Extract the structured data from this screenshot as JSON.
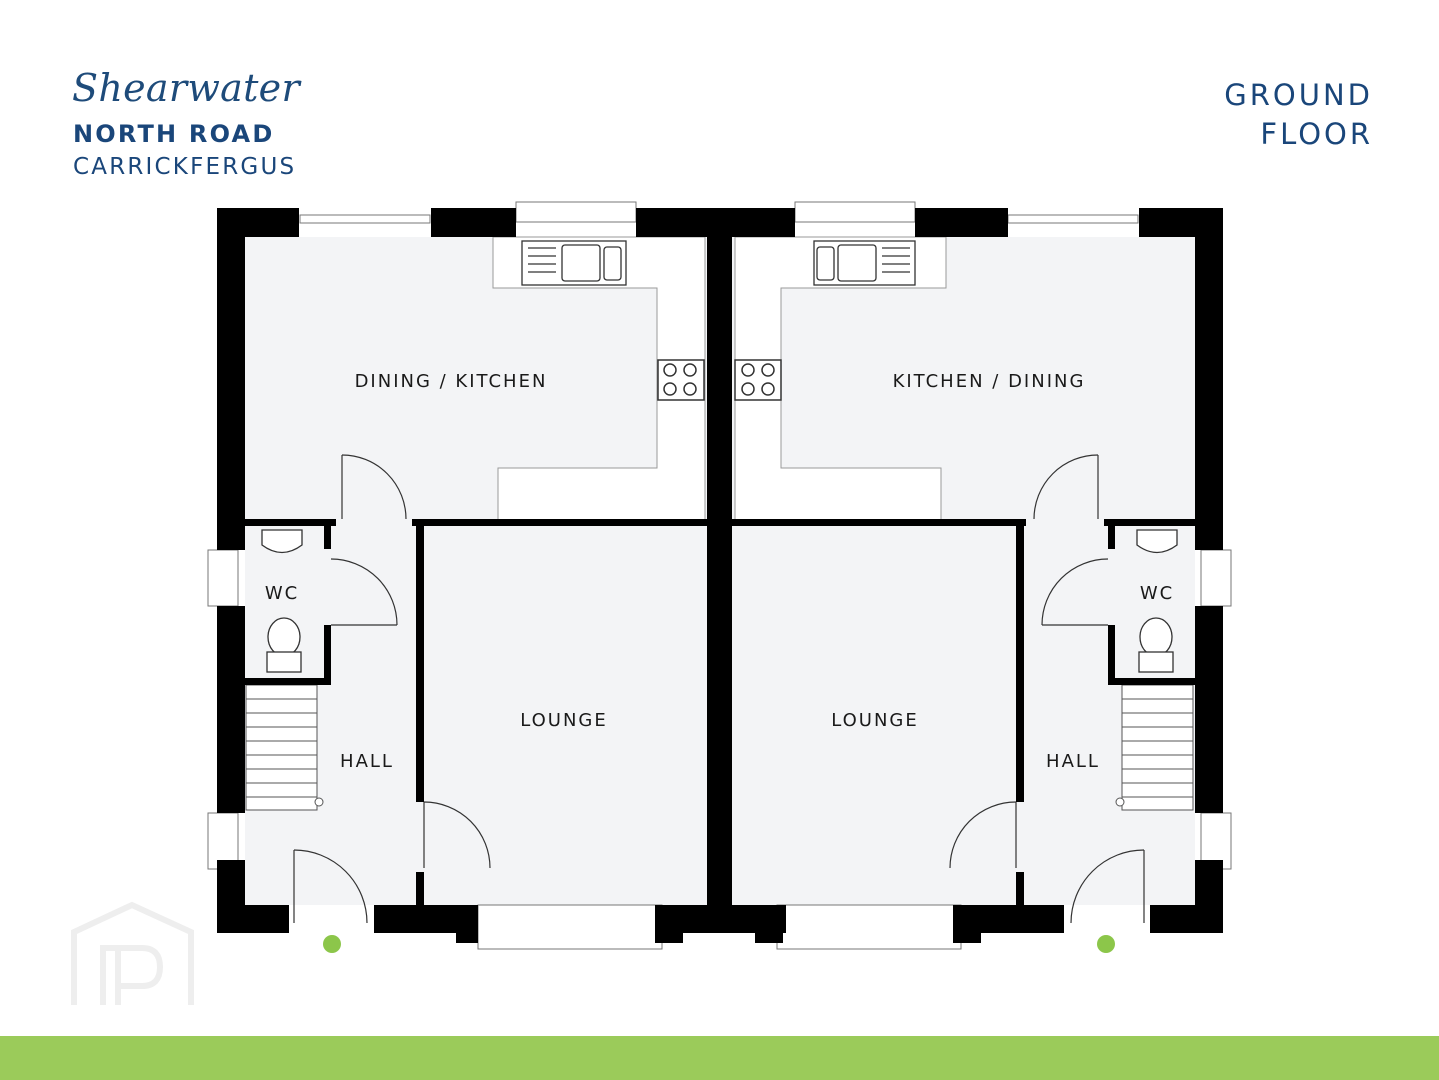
{
  "header": {
    "development_name": "Shearwater",
    "road": "NORTH ROAD",
    "town": "CARRICKFERGUS",
    "floor_line1": "GROUND",
    "floor_line2": "FLOOR"
  },
  "rooms": {
    "left_kitchen": "DINING / KITCHEN",
    "right_kitchen": "KITCHEN / DINING",
    "left_wc": "WC",
    "right_wc": "WC",
    "left_lounge": "LOUNGE",
    "right_lounge": "LOUNGE",
    "left_hall": "HALL",
    "right_hall": "HALL"
  },
  "colors": {
    "brand_blue": "#1a467a",
    "wall": "#000000",
    "floor_fill": "#f3f4f6",
    "entrance_marker": "#8cc64a",
    "footer_bar": "#9bcb5a"
  },
  "icons": {
    "entrance": "entrance-dot-icon",
    "watermark": "property-logo-icon"
  }
}
